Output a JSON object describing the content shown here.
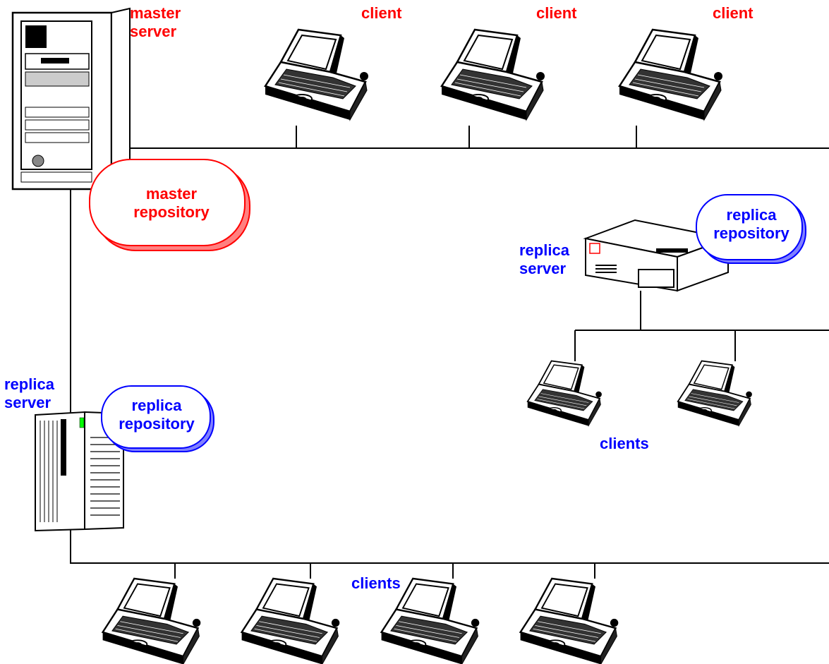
{
  "colors": {
    "master": "#ff0000",
    "replica": "#0000ff",
    "line": "#000000"
  },
  "labels": {
    "master_server": [
      "master",
      "server"
    ],
    "master_repository": [
      "master",
      "repository"
    ],
    "top_clients": [
      "client",
      "client",
      "client"
    ],
    "right_replica_server": [
      "replica",
      "server"
    ],
    "right_replica_repository": [
      "replica",
      "repository"
    ],
    "right_clients": "clients",
    "left_replica_server": [
      "replica",
      "server"
    ],
    "left_replica_repository": [
      "replica",
      "repository"
    ],
    "bottom_clients": "clients"
  }
}
